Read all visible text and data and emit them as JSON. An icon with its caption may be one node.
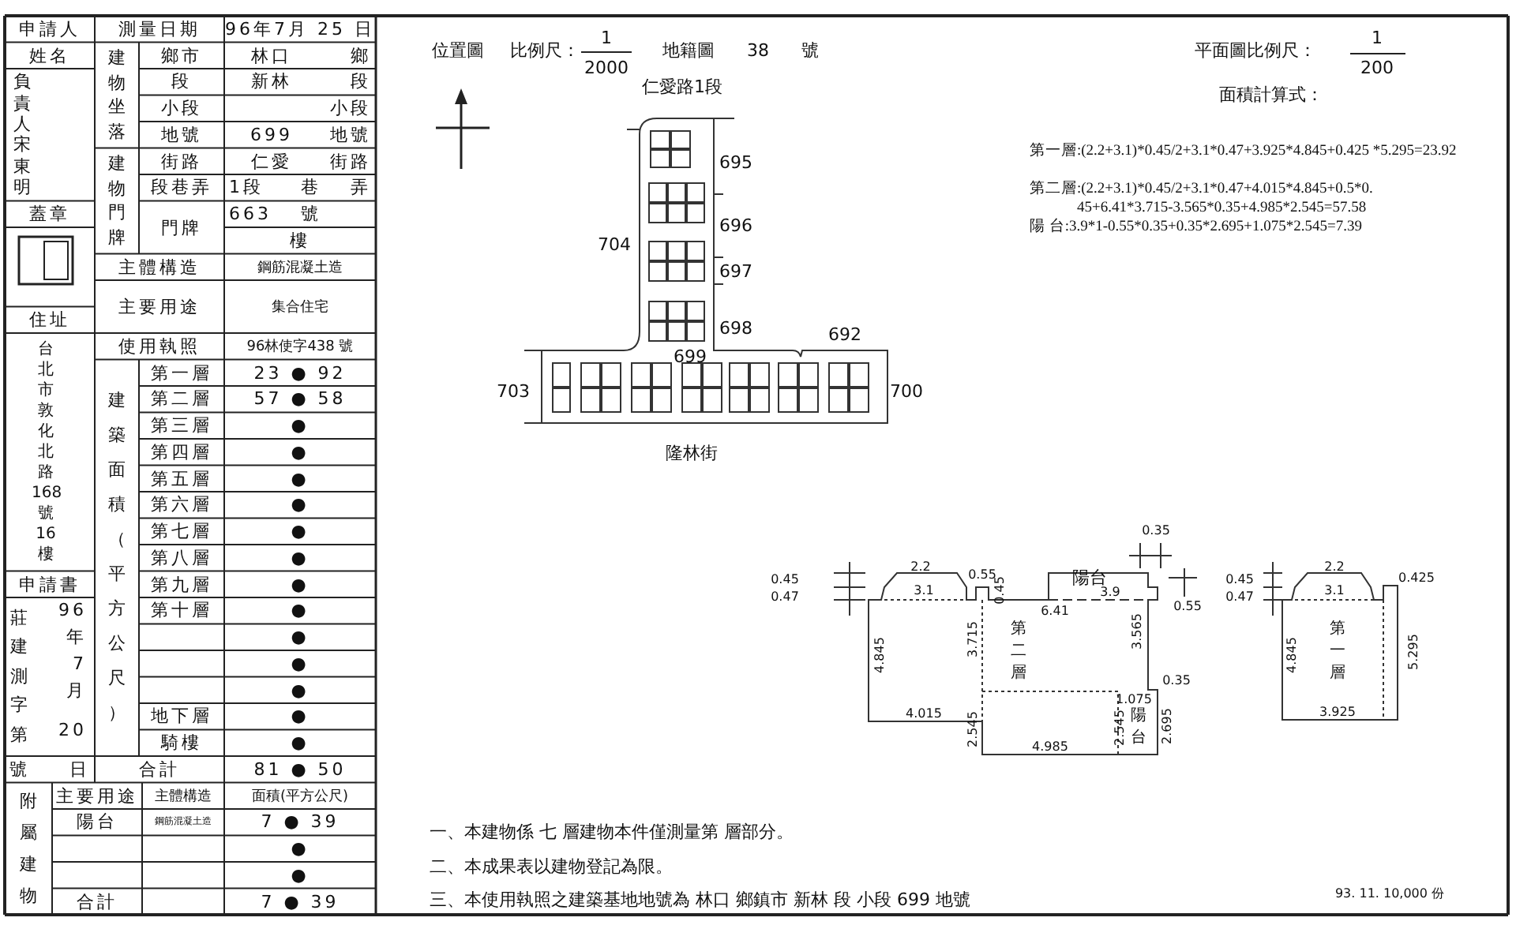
{
  "diagram": {
    "labels": [
      "申請人",
      "測量日期",
      "96年7月 25 日",
      "姓名",
      "建物坐落",
      "鄉市",
      "林口",
      "鄉",
      "段",
      "新林",
      "段",
      "負責人宋東明",
      "小段",
      "小段",
      "地號",
      "699",
      "地號",
      "建物門牌",
      "街路",
      "仁愛",
      "街路",
      "段巷弄",
      "1段",
      "巷",
      "弄",
      "蓋章",
      "門牌",
      "663",
      "號",
      "樓",
      "主體構造",
      "鋼筋混凝土造",
      "主要用途",
      "集合住宅",
      "住址",
      "使用執照",
      "96林使字438 號",
      "台北市敦化北路168號16樓",
      "建築面積（平方公尺）",
      "第一層",
      "23 ● 92",
      "第二層",
      "57 ● 58",
      "第三層",
      "●",
      "第四層",
      "●",
      "第五層",
      "●",
      "第六層",
      "●",
      "第七層",
      "●",
      "第八層",
      "●",
      "第九層",
      "●",
      "第十層",
      "●",
      "●",
      "●",
      "●",
      "地下層",
      "●",
      "騎樓",
      "●",
      "申請書",
      "莊建測字第",
      "96",
      "年",
      "7",
      "月",
      "20",
      "號",
      "日",
      "合計",
      "81 ● 50",
      "附屬建物",
      "主要用途",
      "主體構造",
      "面積(平方公尺)",
      "陽台",
      "鋼筋混凝土造",
      "7 ● 39",
      "●",
      "●",
      "合計",
      "7 ● 39",
      "位置圖",
      "比例尺：",
      "1",
      "2000",
      "地籍圖",
      "38",
      "號",
      "仁愛路1段",
      "695",
      "704",
      "696",
      "697",
      "698",
      "699",
      "692",
      "703",
      "700",
      "隆林街",
      "平面圖比例尺：",
      "1",
      "200",
      "面積計算式：",
      "第一層:(2.2+3.1)*0.45/2+3.1*0.47+3.925*4.845+0.425 *5.295=23.92",
      "第二層:(2.2+3.1)*0.45/2+3.1*0.47+4.015*4.845+0.5*0. 45+6.41*3.715-3.565*0.35+4.985*2.545=57.58",
      "陽 台:3.9*1-0.55*0.35+0.35*2.695+1.075*2.545=7.39",
      "0.45",
      "0.47",
      "2.2",
      "3.1",
      "0.55",
      "0.45",
      "陽台",
      "3.9",
      "6.41",
      "0.35",
      "0.55",
      "4.845",
      "3.715",
      "第二層",
      "3.565",
      "0.35",
      "1.075",
      "2.545",
      "2.545",
      "陽台",
      "2.695",
      "4.015",
      "4.985",
      "0.45",
      "0.47",
      "2.2",
      "3.1",
      "0.425",
      "4.845",
      "第一層",
      "5.295",
      "3.925",
      "一、本建物係 七 層建物本件僅測量第 層部分。",
      "二、本成果表以建物登記為限。",
      "三、本使用執照之建築基地地號為 林口 鄉鎮市 新林 段 小段 699 地號",
      "93. 11. 10,000 份"
    ]
  }
}
